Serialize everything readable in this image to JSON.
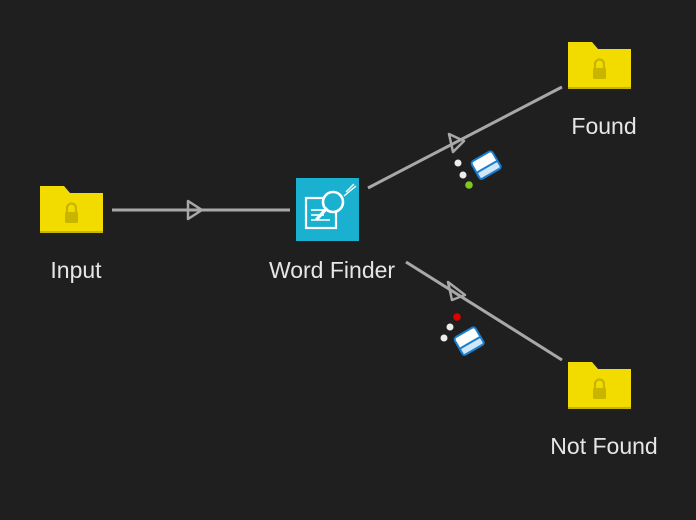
{
  "nodes": {
    "input": {
      "label": "Input",
      "icon": "locked-folder-icon"
    },
    "word_finder": {
      "label": "Word Finder",
      "icon": "word-finder-tool-icon"
    },
    "found": {
      "label": "Found",
      "icon": "locked-folder-icon"
    },
    "not_found": {
      "label": "Not Found",
      "icon": "locked-folder-icon"
    }
  },
  "connections": [
    {
      "from": "Input",
      "to": "Word Finder"
    },
    {
      "from": "Word Finder",
      "to": "Found",
      "status_color": "#7ec820"
    },
    {
      "from": "Word Finder",
      "to": "Not Found",
      "status_color": "#e00000"
    }
  ],
  "colors": {
    "background": "#1f1f1f",
    "folder": "#f2dc00",
    "folder_shade": "#c9b400",
    "tool": "#1ab0cf",
    "connector": "#a8a8a8",
    "label": "#e6e6e6",
    "found_status": "#7ec820",
    "not_found_status": "#e00000"
  }
}
